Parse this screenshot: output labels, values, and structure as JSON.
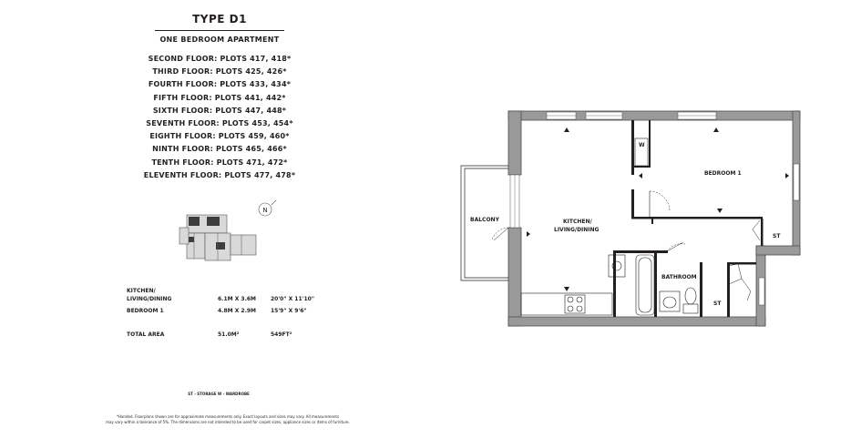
{
  "title": "TYPE D1",
  "subtitle": "ONE BEDROOM APARTMENT",
  "plots": [
    "SECOND FLOOR: PLOTS 417, 418*",
    "THIRD FLOOR: PLOTS 425, 426*",
    "FOURTH FLOOR: PLOTS 433, 434*",
    "FIFTH FLOOR: PLOTS 441, 442*",
    "SIXTH FLOOR: PLOTS 447, 448*",
    "SEVENTH FLOOR: PLOTS 453, 454*",
    "EIGHTH FLOOR: PLOTS 459, 460*",
    "NINTH FLOOR: PLOTS 465, 466*",
    "TENTH FLOOR: PLOTS 471, 472*",
    "ELEVENTH FLOOR: PLOTS 477, 478*"
  ],
  "compass": {
    "label": "N"
  },
  "areas": {
    "rows": [
      {
        "room_line1": "KITCHEN/",
        "room_line2": "LIVING/DINING",
        "metric": "6.1M X 3.6M",
        "imperial": "20'0\" X 11'10\""
      },
      {
        "room_line1": "",
        "room_line2": "BEDROOM 1",
        "metric": "4.8M X 2.9M",
        "imperial": "15'9\" X 9'6\""
      }
    ],
    "total": {
      "label": "TOTAL AREA",
      "metric": "51.0M²",
      "imperial": "549FT²"
    }
  },
  "legend": "ST - STORAGE    W - WARDROBE",
  "disclaimer": {
    "line1": "*Handed. Floorplans shown are for approximate measurements only. Exact layouts and sizes may vary. All measurements",
    "line2": "may vary within a tolerance of 5%. The dimensions are not intended to be used for carpet sizes, appliance sizes or items of furniture."
  },
  "plan": {
    "labels": {
      "balcony": "BALCONY",
      "kitchen_line1": "KITCHEN/",
      "kitchen_line2": "LIVING/DINING",
      "bedroom": "BEDROOM 1",
      "bathroom": "BATHROOM",
      "wardrobe": "W",
      "storage_upper": "ST",
      "storage_lower": "ST"
    },
    "colors": {
      "wall": "#9a9a9a",
      "wall_stroke": "#4d4d4d",
      "line": "#231f20"
    }
  }
}
